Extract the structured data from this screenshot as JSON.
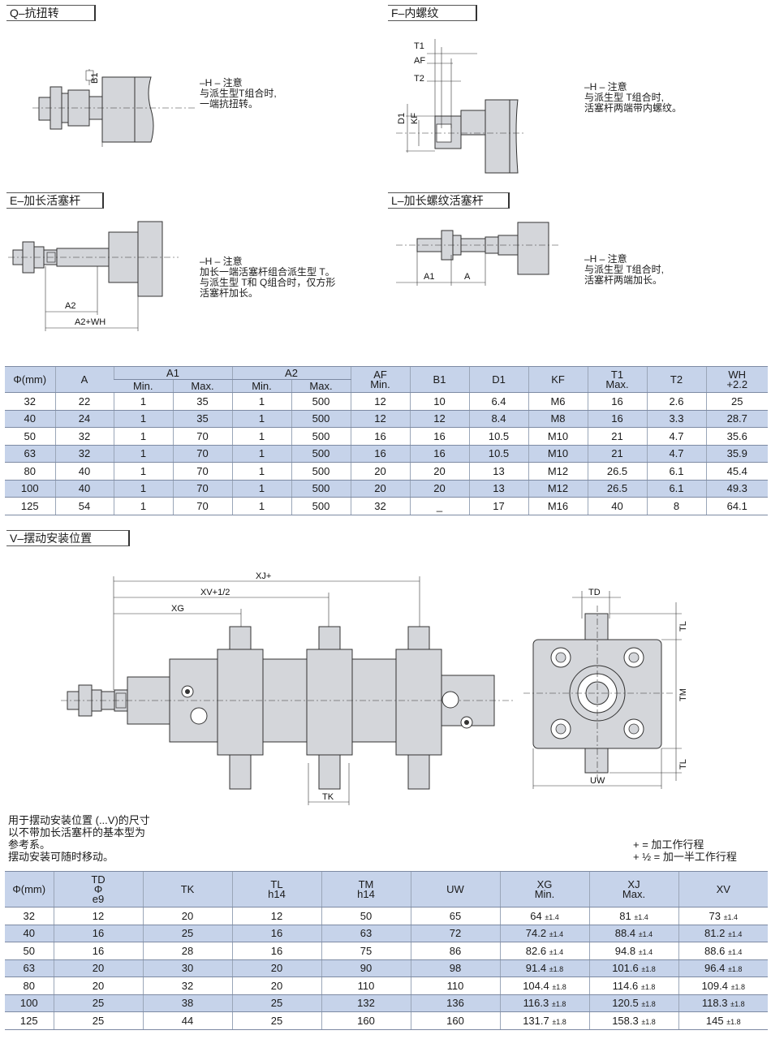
{
  "sections": {
    "q": {
      "title": "Q–抗扭转",
      "note": "–H – 注意\n与派生型T组合时,\n一端抗扭转。",
      "dims": [
        "B1"
      ]
    },
    "f": {
      "title": "F–内螺纹",
      "note": "–H – 注意\n与派生型 T组合时,\n活塞杆两端带内螺纹。",
      "dims": [
        "T1",
        "AF",
        "T2",
        "D1",
        "KF"
      ]
    },
    "e": {
      "title": "E–加长活塞杆",
      "note": "–H – 注意\n加长一端活塞杆组合派生型 T。\n与派生型 T和 Q组合时，仅方形\n活塞杆加长。",
      "dims": [
        "A2",
        "A2+WH"
      ]
    },
    "l": {
      "title": "L–加长螺纹活塞杆",
      "note": "–H – 注意\n与派生型 T组合时,\n活塞杆两端加长。",
      "dims": [
        "A1",
        "A"
      ]
    },
    "v": {
      "title": "V–摆动安装位置",
      "dims": [
        "XJ+",
        "XV+1/2",
        "XG",
        "TK",
        "TD",
        "TL",
        "TM",
        "TL",
        "UW"
      ]
    }
  },
  "table1": {
    "head": {
      "phi": "Φ(mm)",
      "a": "A",
      "a1": "A1",
      "a2": "A2",
      "min": "Min.",
      "max": "Max.",
      "af": "AF",
      "af_sub": "Min.",
      "b1": "B1",
      "d1": "D1",
      "kf": "KF",
      "t1": "T1",
      "t1_sub": "Max.",
      "t2": "T2",
      "wh": "WH",
      "wh_sub": "+2.2"
    },
    "rows": [
      [
        "32",
        "22",
        "1",
        "35",
        "1",
        "500",
        "12",
        "10",
        "6.4",
        "M6",
        "16",
        "2.6",
        "25"
      ],
      [
        "40",
        "24",
        "1",
        "35",
        "1",
        "500",
        "12",
        "12",
        "8.4",
        "M8",
        "16",
        "3.3",
        "28.7"
      ],
      [
        "50",
        "32",
        "1",
        "70",
        "1",
        "500",
        "16",
        "16",
        "10.5",
        "M10",
        "21",
        "4.7",
        "35.6"
      ],
      [
        "63",
        "32",
        "1",
        "70",
        "1",
        "500",
        "16",
        "16",
        "10.5",
        "M10",
        "21",
        "4.7",
        "35.9"
      ],
      [
        "80",
        "40",
        "1",
        "70",
        "1",
        "500",
        "20",
        "20",
        "13",
        "M12",
        "26.5",
        "6.1",
        "45.4"
      ],
      [
        "100",
        "40",
        "1",
        "70",
        "1",
        "500",
        "20",
        "20",
        "13",
        "M12",
        "26.5",
        "6.1",
        "49.3"
      ],
      [
        "125",
        "54",
        "1",
        "70",
        "1",
        "500",
        "32",
        "_",
        "17",
        "M16",
        "40",
        "8",
        "64.1"
      ]
    ]
  },
  "v_note": "用于摆动安装位置 (...V)的尺寸\n以不带加长活塞杆的基本型为\n参考系。\n摆动安装可随时移动。",
  "legend": "+ = 加工作行程\n+ ½ = 加一半工作行程",
  "table2": {
    "head": {
      "phi": "Φ(mm)",
      "td1": "TD",
      "td2": "Φ",
      "td3": "e9",
      "tk": "TK",
      "tl": "TL",
      "tl_sub": "h14",
      "tm": "TM",
      "tm_sub": "h14",
      "uw": "UW",
      "xg": "XG",
      "xg_sub": "Min.",
      "xj": "XJ",
      "xj_sub": "Max.",
      "xv": "XV"
    },
    "rows": [
      [
        "32",
        "12",
        "20",
        "12",
        "50",
        "65",
        "64",
        "±1.4",
        "81",
        "±1.4",
        "73",
        "±1.4"
      ],
      [
        "40",
        "16",
        "25",
        "16",
        "63",
        "72",
        "74.2",
        "±1.4",
        "88.4",
        "±1.4",
        "81.2",
        "±1.4"
      ],
      [
        "50",
        "16",
        "28",
        "16",
        "75",
        "86",
        "82.6",
        "±1.4",
        "94.8",
        "±1.4",
        "88.6",
        "±1.4"
      ],
      [
        "63",
        "20",
        "30",
        "20",
        "90",
        "98",
        "91.4",
        "±1.8",
        "101.6",
        "±1.8",
        "96.4",
        "±1.8"
      ],
      [
        "80",
        "20",
        "32",
        "20",
        "110",
        "110",
        "104.4",
        "±1.8",
        "114.6",
        "±1.8",
        "109.4",
        "±1.8"
      ],
      [
        "100",
        "25",
        "38",
        "25",
        "132",
        "136",
        "116.3",
        "±1.8",
        "120.5",
        "±1.8",
        "118.3",
        "±1.8"
      ],
      [
        "125",
        "25",
        "44",
        "25",
        "160",
        "160",
        "131.7",
        "±1.8",
        "158.3",
        "±1.8",
        "145",
        "±1.8"
      ]
    ]
  },
  "colors": {
    "table_band": "#c6d3ea",
    "drawing_fill": "#d4d6da",
    "line": "#333333"
  }
}
